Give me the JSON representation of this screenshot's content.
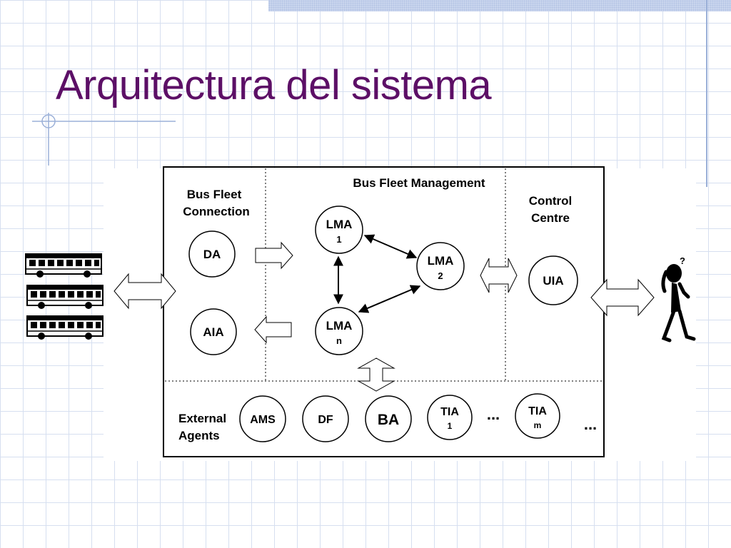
{
  "slide": {
    "title": "Arquitectura del sistema"
  },
  "diagram": {
    "sections": {
      "bus_fleet_connection": [
        "Bus Fleet",
        "Connection"
      ],
      "bus_fleet_management": "Bus Fleet Management",
      "control_centre": [
        "Control",
        "Centre"
      ],
      "external_agents": [
        "External",
        "Agents"
      ]
    },
    "nodes": {
      "da": "DA",
      "aia": "AIA",
      "lma1": {
        "label": "LMA",
        "sub": "1"
      },
      "lma2": {
        "label": "LMA",
        "sub": "2"
      },
      "lman": {
        "label": "LMA",
        "sub": "n"
      },
      "uia": "UIA",
      "ams": "AMS",
      "df": "DF",
      "ba": "BA",
      "tia1": {
        "label": "TIA",
        "sub": "1"
      },
      "tiam": {
        "label": "TIA",
        "sub": "m"
      }
    },
    "ellipsis": "..."
  },
  "icons": {
    "buses": "bus-icon",
    "user": "person-thinking-icon",
    "user_mark": "?"
  }
}
